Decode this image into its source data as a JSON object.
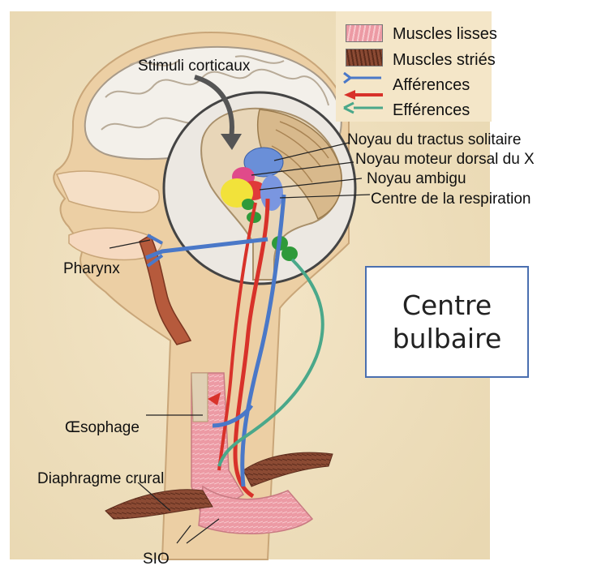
{
  "legend": {
    "smooth_muscle": "Muscles lisses",
    "striated_muscle": "Muscles striés",
    "afferents": "Afférences",
    "efferents": "Efférences"
  },
  "labels": {
    "cortical_stimuli": "Stimuli corticaux",
    "solitary_tract_nucleus": "Noyau du tractus solitaire",
    "dorsal_motor_nucleus": "Noyau moteur dorsal du X",
    "nucleus_ambiguus": "Noyau ambigu",
    "respiration_center": "Centre de la respiration",
    "pharynx": "Pharynx",
    "esophagus": "Œsophage",
    "crural_diaphragm": "Diaphragme crural",
    "les": "SIO"
  },
  "callout": {
    "line1": "Centre",
    "line2": "bulbaire"
  },
  "colors": {
    "smooth": "#e98e9a",
    "striated": "#8a4a34",
    "afferent": "#4a78c8",
    "efferent_red": "#d8322a",
    "efferent_green": "#4aa88a",
    "box_border": "#4a6fb0"
  }
}
